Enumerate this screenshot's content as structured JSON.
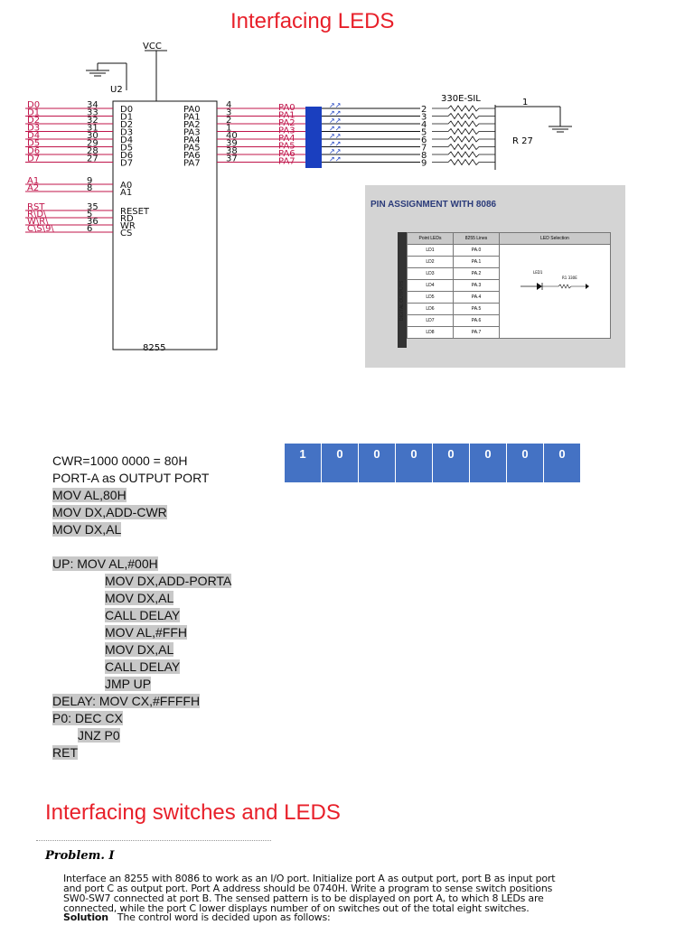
{
  "title1": "Interfacing LEDS",
  "title2": "Interfacing switches and LEDS",
  "schematic": {
    "vcc": "VCC",
    "u2": "U2",
    "chip": "8255",
    "resistor": "330E-SIL",
    "resistor_ref": "R 27",
    "pin1": "1",
    "inputs": [
      {
        "name": "D0",
        "pin": "34",
        "pin_label": "D0"
      },
      {
        "name": "D1",
        "pin": "33",
        "pin_label": "D1"
      },
      {
        "name": "D2",
        "pin": "32",
        "pin_label": "D2"
      },
      {
        "name": "D3",
        "pin": "31",
        "pin_label": "D3"
      },
      {
        "name": "D4",
        "pin": "30",
        "pin_label": "D4"
      },
      {
        "name": "D5",
        "pin": "29",
        "pin_label": "D5"
      },
      {
        "name": "D6",
        "pin": "28",
        "pin_label": "D6"
      },
      {
        "name": "D7",
        "pin": "27",
        "pin_label": "D7"
      }
    ],
    "addr": [
      {
        "name": "A1",
        "pin": "9",
        "pin_label": "A0"
      },
      {
        "name": "A2",
        "pin": "8",
        "pin_label": "A1"
      }
    ],
    "ctrl": [
      {
        "name": "RST",
        "pin": "35",
        "pin_label": "RESET"
      },
      {
        "name": "R\\D\\",
        "pin": "5",
        "pin_label": "RD"
      },
      {
        "name": "W\\R\\",
        "pin": "36",
        "pin_label": "WR"
      },
      {
        "name": "C\\S\\9\\",
        "pin": "6",
        "pin_label": "CS"
      }
    ],
    "outputs": [
      {
        "pin_label": "PA0",
        "pin": "4",
        "net": "PA0",
        "rpin": "2"
      },
      {
        "pin_label": "PA1",
        "pin": "3",
        "net": "PA1",
        "rpin": "3"
      },
      {
        "pin_label": "PA2",
        "pin": "2",
        "net": "PA2",
        "rpin": "4"
      },
      {
        "pin_label": "PA3",
        "pin": "1",
        "net": "PA3",
        "rpin": "5"
      },
      {
        "pin_label": "PA4",
        "pin": "40",
        "net": "PA4",
        "rpin": "6"
      },
      {
        "pin_label": "PA5",
        "pin": "39",
        "net": "PA5",
        "rpin": "7"
      },
      {
        "pin_label": "PA6",
        "pin": "38",
        "net": "PA6",
        "rpin": "8"
      },
      {
        "pin_label": "PA7",
        "pin": "37",
        "net": "PA7",
        "rpin": "9"
      }
    ]
  },
  "pin_assignment": {
    "title": "PIN ASSIGNMENT WITH 8086",
    "side_label": "DIGITAL OUTPUTS",
    "headers": [
      "Point LEDs",
      "8255 Lines",
      "LED Selection"
    ],
    "rows": [
      [
        "LD1",
        "PA.0"
      ],
      [
        "LD2",
        "PA.1"
      ],
      [
        "LD3",
        "PA.2"
      ],
      [
        "LD4",
        "PA.3"
      ],
      [
        "LD5",
        "PA.4"
      ],
      [
        "LD6",
        "PA.5"
      ],
      [
        "LD7",
        "PA.6"
      ],
      [
        "LD8",
        "PA.7"
      ]
    ],
    "led_label": "LED1",
    "res_label": "R1 330E"
  },
  "bits": [
    "1",
    "0",
    "0",
    "0",
    "0",
    "0",
    "0",
    "0"
  ],
  "code_lines": [
    {
      "text": "CWR=1000 0000 = 80H",
      "hl": false,
      "indent": 0
    },
    {
      "text": "PORT-A as OUTPUT PORT",
      "hl": false,
      "indent": 0
    },
    {
      "text": "MOV AL,80H",
      "hl": true,
      "indent": 0
    },
    {
      "text": "MOV DX,ADD-CWR",
      "hl": true,
      "indent": 0
    },
    {
      "text": "MOV DX,AL",
      "hl": true,
      "indent": 0
    },
    {
      "text": "",
      "hl": false,
      "indent": 0
    },
    {
      "text": "UP: MOV AL,#00H",
      "hl": true,
      "indent": 0
    },
    {
      "text": "MOV DX,ADD-PORTA",
      "hl": true,
      "indent": 2
    },
    {
      "text": "MOV DX,AL",
      "hl": true,
      "indent": 2
    },
    {
      "text": "CALL DELAY",
      "hl": true,
      "indent": 2
    },
    {
      "text": "MOV AL,#FFH",
      "hl": true,
      "indent": 2
    },
    {
      "text": "MOV DX,AL",
      "hl": true,
      "indent": 2
    },
    {
      "text": "CALL DELAY",
      "hl": true,
      "indent": 2
    },
    {
      "text": "JMP UP",
      "hl": true,
      "indent": 2
    },
    {
      "text": "DELAY: MOV CX,#FFFFH",
      "hl": true,
      "indent": 0
    },
    {
      "text": "P0: DEC CX",
      "hl": true,
      "indent": 0
    },
    {
      "text": "JNZ P0",
      "hl": true,
      "indent": 1
    },
    {
      "text": "RET",
      "hl": true,
      "indent": 0
    }
  ],
  "problem": {
    "heading": "Problem. I",
    "lines": [
      "Interface an 8255 with 8086 to work as an I/O port. Initialize port A as output port, port B as input port",
      "and port C as output port. Port A address should be 0740H. Write a program to sense switch positions",
      "SW0-SW7 connected at port B. The sensed pattern is to be displayed on port A, to which 8 LEDs are",
      "connected, while the port C lower displays number of on switches out of the total eight switches."
    ],
    "solution_label": "Solution",
    "solution_text": "The control word is decided upon as follows:"
  }
}
